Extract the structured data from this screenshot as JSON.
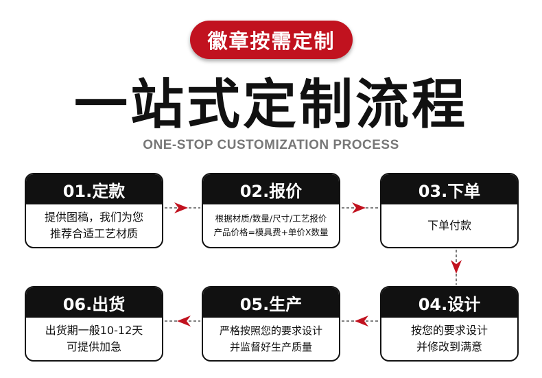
{
  "badge": "徽章按需定制",
  "title": "一站式定制流程",
  "subtitle": "ONE-STOP CUSTOMIZATION PROCESS",
  "colors": {
    "accent": "#c1121f",
    "box_header": "#111111",
    "subtitle": "#777777"
  },
  "steps": [
    {
      "title": "01.定款",
      "lines": [
        "提供图稿，我们为您",
        "推荐合适工艺材质"
      ]
    },
    {
      "title": "02.报价",
      "lines": [
        "根据材质/数量/尺寸/工艺报价",
        "产品价格=模具费+单价X数量"
      ]
    },
    {
      "title": "03.下单",
      "lines": [
        "下单付款"
      ]
    },
    {
      "title": "04.设计",
      "lines": [
        "按您的要求设计",
        "并修改到满意"
      ]
    },
    {
      "title": "05.生产",
      "lines": [
        "严格按照您的要求设计",
        "并监督好生产质量"
      ]
    },
    {
      "title": "06.出货",
      "lines": [
        "出货期一般10-12天",
        "可提供加急"
      ]
    }
  ],
  "arrow_icon": "red-triangle-arrow"
}
